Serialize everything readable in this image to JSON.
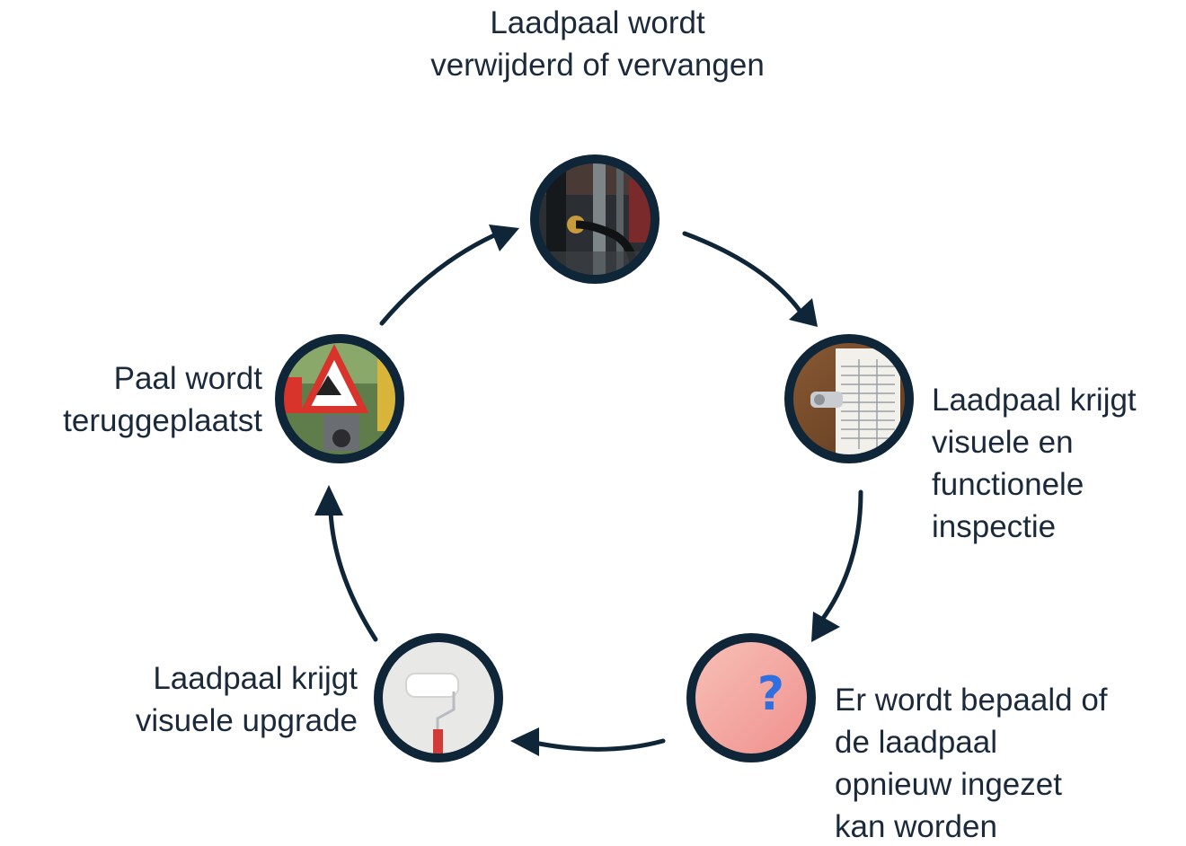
{
  "diagram": {
    "colors": {
      "ring": "#0f2538",
      "arrow": "#0f2538",
      "text": "#1b2a3a"
    },
    "steps": [
      {
        "id": "remove",
        "icon": "charging-plug-photo-icon",
        "lines": [
          "Laadpaal wordt",
          "verwijderd of vervangen"
        ]
      },
      {
        "id": "inspect",
        "icon": "clipboard-checklist-photo-icon",
        "lines": [
          "Laadpaal krijgt",
          "visuele en",
          "functionele",
          "inspectie"
        ]
      },
      {
        "id": "decide",
        "icon": "question-mark-photo-icon",
        "lines": [
          "Er wordt bepaald of",
          "de laadpaal",
          "opnieuw ingezet",
          "kan worden"
        ]
      },
      {
        "id": "upgrade",
        "icon": "paint-roller-photo-icon",
        "lines": [
          "Laadpaal krijgt",
          "visuele upgrade"
        ]
      },
      {
        "id": "replace",
        "icon": "roadwork-sign-photo-icon",
        "lines": [
          "Paal wordt",
          "teruggeplaatst"
        ]
      }
    ]
  }
}
